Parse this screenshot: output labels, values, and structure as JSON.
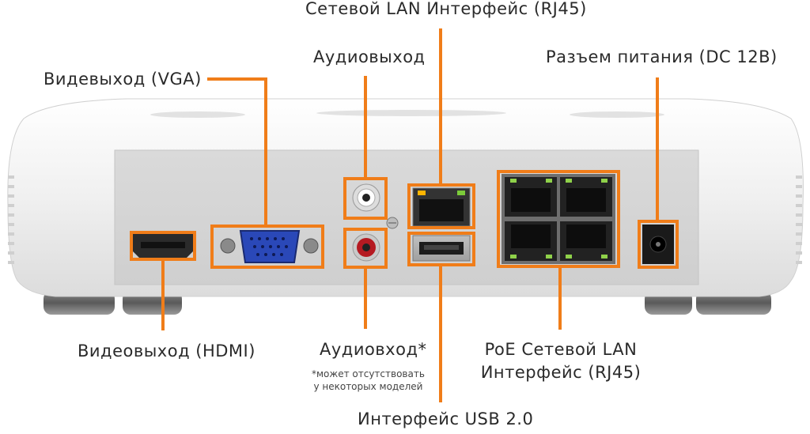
{
  "labels": {
    "lan": "Сетевой LAN Интерфейс (RJ45)",
    "audio_out": "Аудиовыход",
    "power": "Разъем питания (DC 12В)",
    "vga": "Видевыход (VGA)",
    "hdmi": "Видеовыход (HDMI)",
    "audio_in": "Аудиовход*",
    "audio_in_note_1": "*может отсутствовать",
    "audio_in_note_2": "у некоторых моделей",
    "poe_1": "PoE Сетевой LAN",
    "poe_2": "Интерфейс (RJ45)",
    "usb": "Интерфейс USB 2.0"
  },
  "colors": {
    "accent": "#f07d19",
    "device_body": "#efefef",
    "rear_panel": "#d5d5d5"
  }
}
